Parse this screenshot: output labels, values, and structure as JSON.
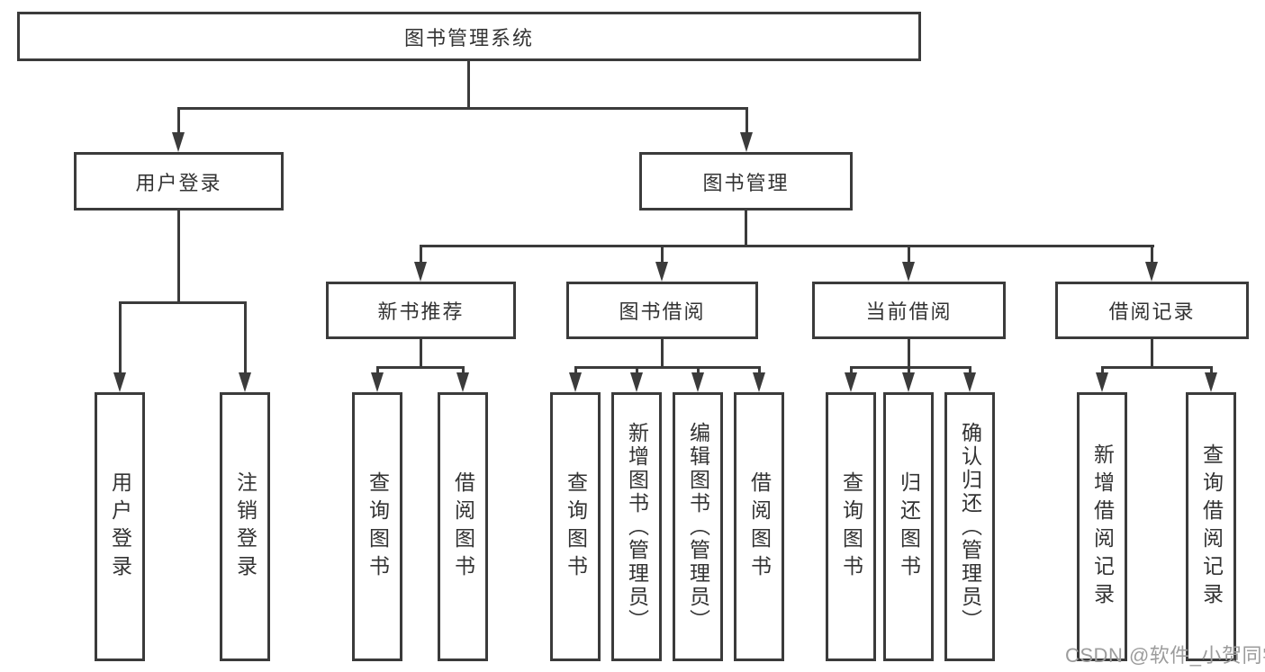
{
  "tree": {
    "label": "图书管理系统",
    "children": [
      {
        "label": "用户登录",
        "children": [
          {
            "label": "用户登录"
          },
          {
            "label": "注销登录"
          }
        ]
      },
      {
        "label": "图书管理",
        "children": [
          {
            "label": "新书推荐",
            "children": [
              {
                "label": "查询图书"
              },
              {
                "label": "借阅图书"
              }
            ]
          },
          {
            "label": "图书借阅",
            "children": [
              {
                "label": "查询图书"
              },
              {
                "label": "新增图书（管理员）"
              },
              {
                "label": "编辑图书（管理员）"
              },
              {
                "label": "借阅图书"
              }
            ]
          },
          {
            "label": "当前借阅",
            "children": [
              {
                "label": "查询图书"
              },
              {
                "label": "归还图书"
              },
              {
                "label": "确认归还（管理员）"
              }
            ]
          },
          {
            "label": "借阅记录",
            "children": [
              {
                "label": "新增借阅记录"
              },
              {
                "label": "查询借阅记录"
              }
            ]
          }
        ]
      }
    ]
  },
  "watermark": {
    "text": "CSDN @软件_小贺同学"
  },
  "colors": {
    "line": "#3b3b3b",
    "text": "#333333",
    "watermark_text": "#9c9c9c",
    "background": "#ffffff"
  }
}
